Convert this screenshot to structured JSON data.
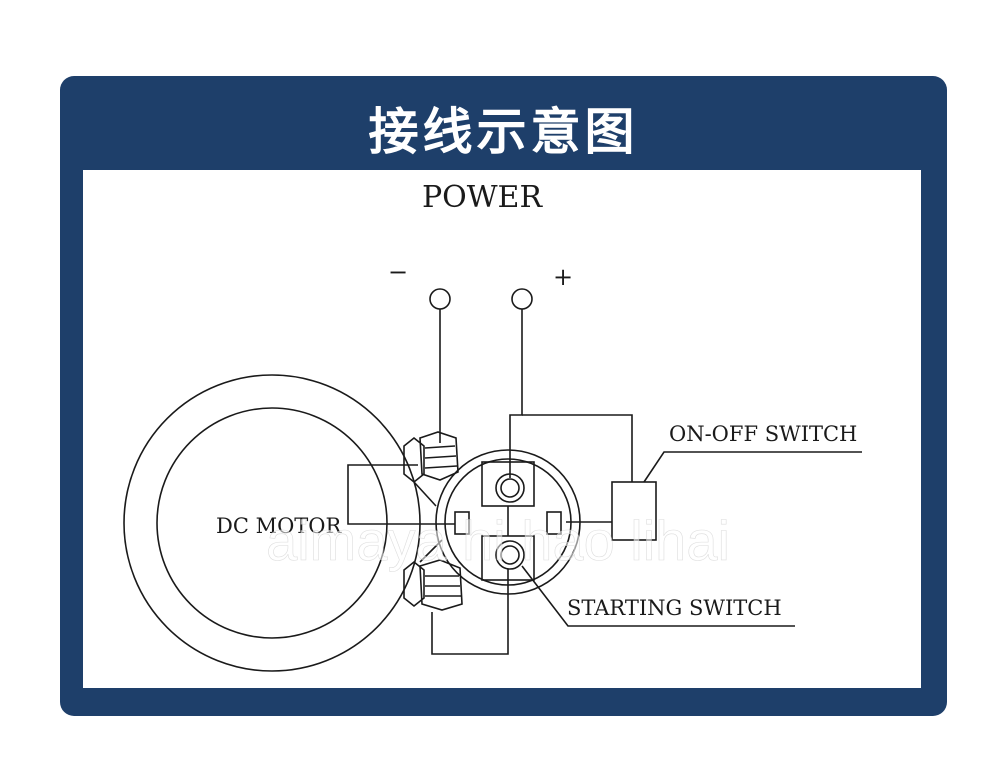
{
  "header": {
    "title": "接线示意图"
  },
  "diagram": {
    "power_label": "POWER",
    "negative_sign": "−",
    "positive_sign": "+",
    "motor_label": "DC MOTOR",
    "on_off_label": "ON-OFF SWITCH",
    "starting_label": "STARTING SWITCH"
  },
  "watermark": "aimaya hi hao lihai",
  "colors": {
    "panel": "#1e3f6a",
    "line": "#1a1a1a",
    "background": "#ffffff"
  }
}
